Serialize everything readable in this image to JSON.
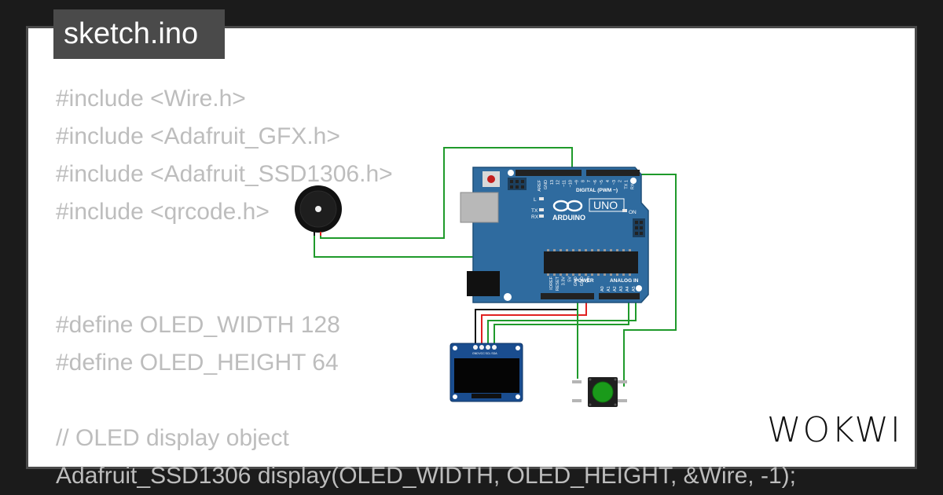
{
  "title": "sketch.ino",
  "code_lines": [
    "#include <Wire.h>",
    "#include <Adafruit_GFX.h>",
    "#include <Adafruit_SSD1306.h>",
    "#include <qrcode.h>",
    "",
    "",
    "#define OLED_WIDTH 128",
    "#define OLED_HEIGHT 64",
    "",
    "// OLED display object",
    "Adafruit_SSD1306 display(OLED_WIDTH, OLED_HEIGHT, &Wire, -1);"
  ],
  "arduino": {
    "brand": "ARDUINO",
    "model": "UNO",
    "digital_label": "DIGITAL (PWM ~)",
    "power_label": "POWER",
    "analog_label": "ANALOG IN",
    "on_label": "ON",
    "l_label": "L",
    "tx_label": "TX",
    "rx_label": "RX",
    "top_pin_labels": [
      "AREF",
      "GND",
      "13",
      "12",
      "~11",
      "~10",
      "~9",
      "8",
      "7",
      "~6",
      "~5",
      "4",
      "~3",
      "2",
      "TX 1",
      "RX 0"
    ],
    "power_pin_labels": [
      "IOREF",
      "RESET",
      "3.3V",
      "5V",
      "GND",
      "GND",
      "Vin"
    ],
    "analog_pin_labels": [
      "A0",
      "A1",
      "A2",
      "A3",
      "A4",
      "A5"
    ]
  },
  "oled": {
    "pin_labels": [
      "GND",
      "VCC",
      "SCL",
      "SDA"
    ]
  },
  "logo": "WOKWI",
  "colors": {
    "background": "#1b1b1b",
    "card": "#ffffff",
    "tab": "#4a4a4a",
    "code_text": "#bdbdbd",
    "board": "#2f6b9f",
    "wire_green": "#1f9a2b",
    "wire_red": "#e02020",
    "wire_black": "#111111",
    "button_cap": "#1a9a1a"
  }
}
